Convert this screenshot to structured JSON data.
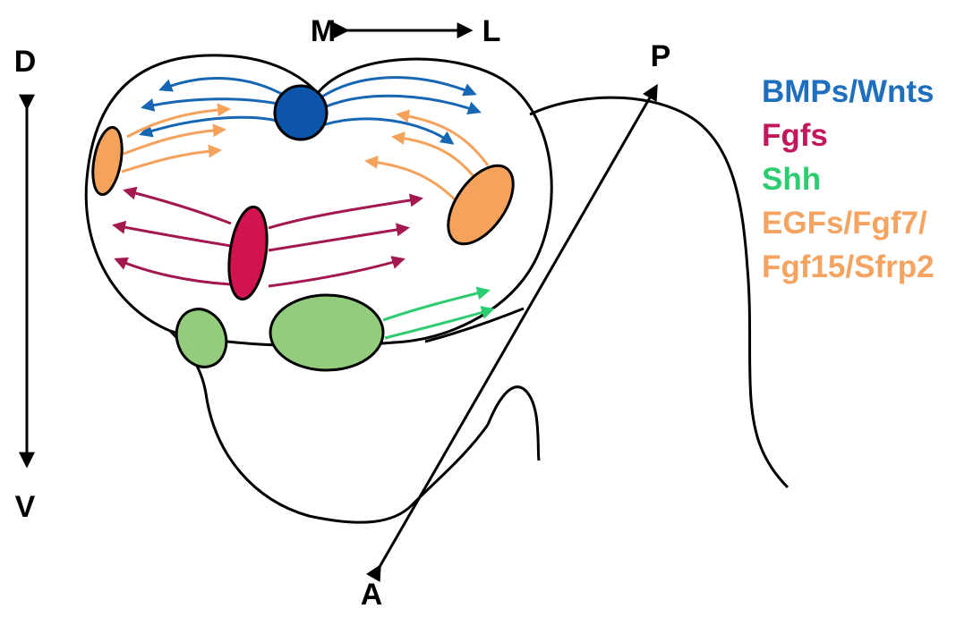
{
  "axes": {
    "dorsal": "D",
    "ventral": "V",
    "medial": "M",
    "lateral": "L",
    "anterior": "A",
    "posterior": "P"
  },
  "legend": [
    {
      "label": "BMPs/Wnts",
      "color": "#1f6fbe"
    },
    {
      "label": "Fgfs",
      "color": "#c2185b"
    },
    {
      "label": "Shh",
      "color": "#2ecc71"
    },
    {
      "label": "EGFs/Fgf7/",
      "color": "#f4a460"
    },
    {
      "label": "Fgf15/Sfrp2",
      "color": "#f4a460"
    }
  ],
  "colors": {
    "bmp": "#1666b4",
    "bmp_source": "#0d55a8",
    "fgf": "#a3184f",
    "fgf_source": "#d2134f",
    "shh": "#2ecc71",
    "shh_source": "#92cc7c",
    "egf": "#f4a25c",
    "egf_source": "#f4a25c",
    "outline": "#000000"
  }
}
